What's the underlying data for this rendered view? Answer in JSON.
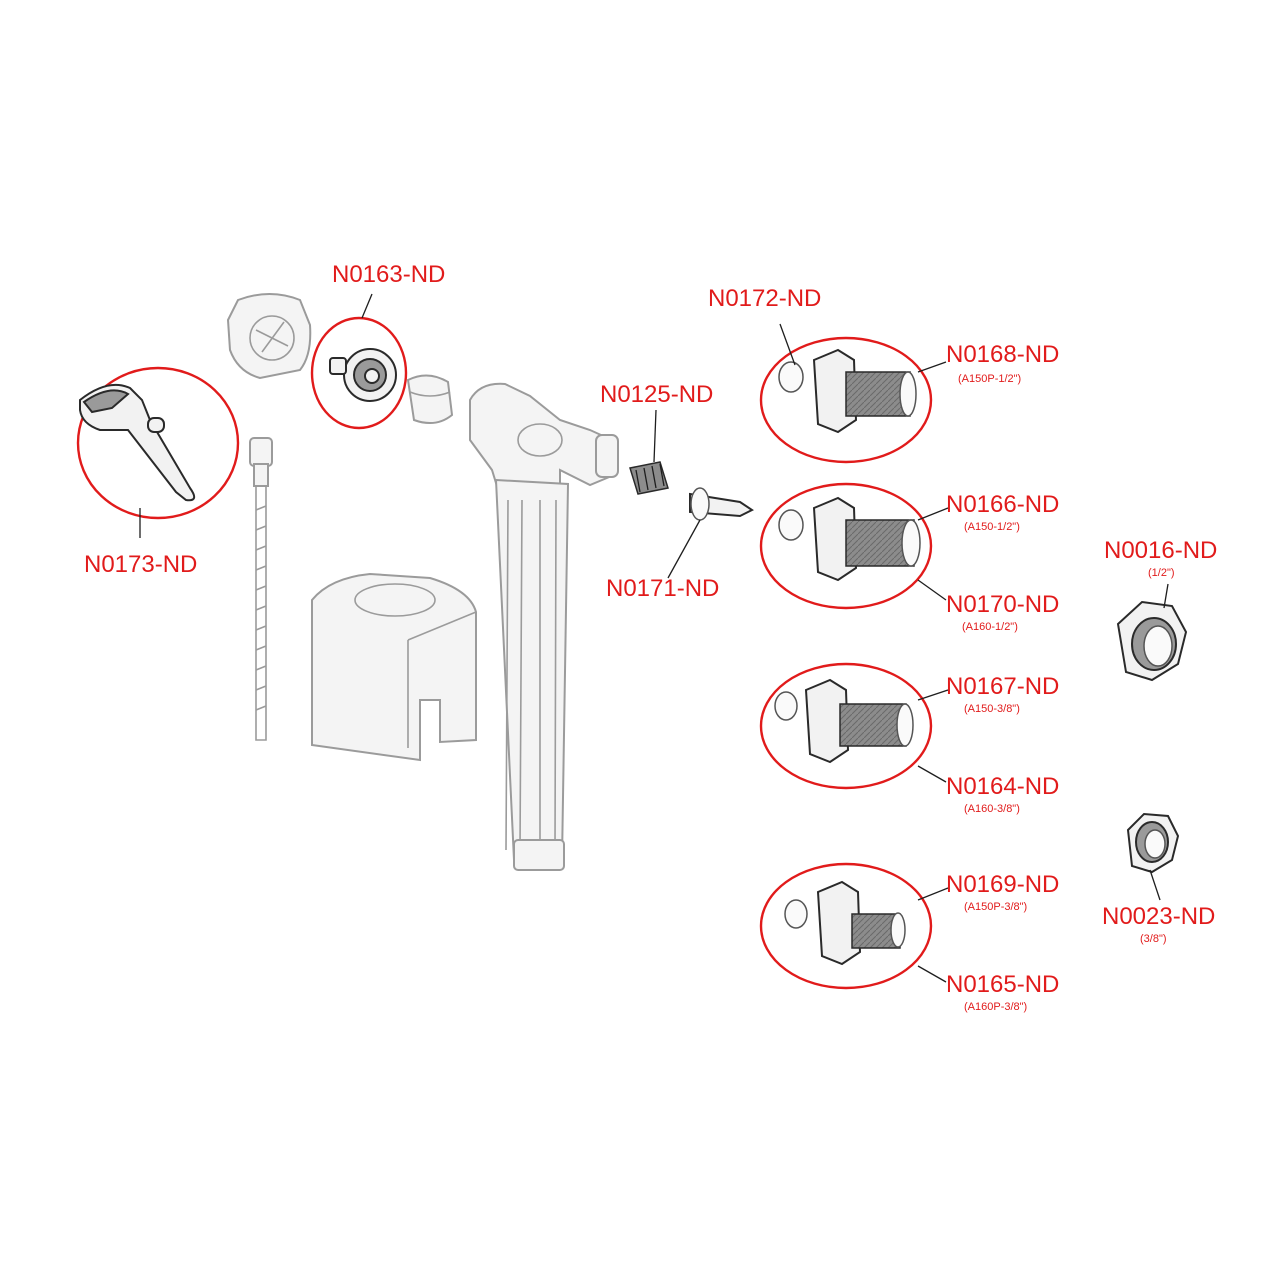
{
  "parts": {
    "n0163": {
      "code": "N0163-ND"
    },
    "n0172": {
      "code": "N0172-ND"
    },
    "n0168": {
      "code": "N0168-ND",
      "spec": "(A150P-1/2\")"
    },
    "n0125": {
      "code": "N0125-ND"
    },
    "n0173": {
      "code": "N0173-ND"
    },
    "n0166": {
      "code": "N0166-ND",
      "spec": "(A150-1/2\")"
    },
    "n0171": {
      "code": "N0171-ND"
    },
    "n0016": {
      "code": "N0016-ND",
      "spec": "(1/2\")"
    },
    "n0170": {
      "code": "N0170-ND",
      "spec": "(A160-1/2\")"
    },
    "n0167": {
      "code": "N0167-ND",
      "spec": "(A150-3/8\")"
    },
    "n0164": {
      "code": "N0164-ND",
      "spec": "(A160-3/8\")"
    },
    "n0169": {
      "code": "N0169-ND",
      "spec": "(A150P-3/8\")"
    },
    "n0023": {
      "code": "N0023-ND",
      "spec": "(3/8\")"
    },
    "n0165": {
      "code": "N0165-ND",
      "spec": "(A160P-3/8\")"
    }
  },
  "colors": {
    "accent": "#e11b1b",
    "line": "#2a2a2a",
    "ghost": "#9b9b9b"
  }
}
